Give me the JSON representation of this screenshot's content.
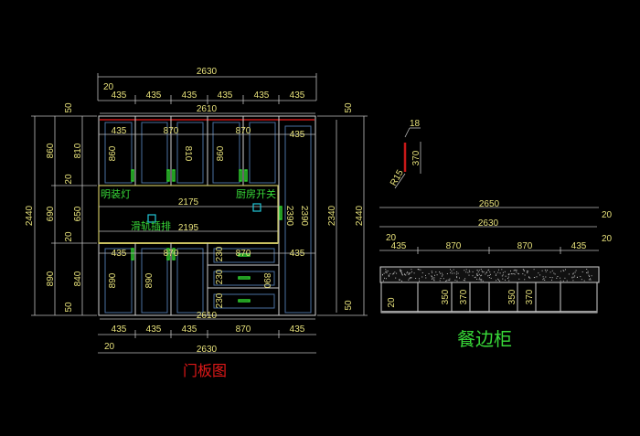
{
  "drawing_left": {
    "title": "门板图",
    "overall_width_top": "2630",
    "inner_width_top": "2610",
    "offset_top": "20",
    "top_segments": [
      "435",
      "435",
      "435",
      "435",
      "435",
      "435"
    ],
    "upper_door_widths": [
      "435",
      "870",
      "870",
      "435"
    ],
    "upper_heights": [
      "860",
      "810",
      "860"
    ],
    "middle_labels": {
      "light": "明装灯",
      "switch": "厨房开关",
      "socket": "滑轨插排"
    },
    "middle_widths": [
      "2175",
      "2195"
    ],
    "tall_heights": [
      "2390",
      "2390"
    ],
    "lower_door_widths": [
      "435",
      "870",
      "870",
      "435"
    ],
    "lower_heights": [
      "890",
      "890",
      "890"
    ],
    "drawer_heights": [
      "230",
      "230",
      "230"
    ],
    "bottom_inner": "2610",
    "bottom_segments": [
      "435",
      "435",
      "435",
      "870",
      "435"
    ],
    "offset_bottom": "20",
    "overall_width_bottom": "2630",
    "left_dims": {
      "total": "2440",
      "c1": [
        "860",
        "690",
        "890"
      ],
      "c2": [
        "810",
        "650",
        "840"
      ],
      "small": [
        "50",
        "20",
        "20",
        "50"
      ]
    },
    "right_dims": {
      "total": "2440",
      "inner": "2340",
      "small": [
        "50",
        "50"
      ]
    }
  },
  "drawing_right": {
    "title": "餐边柜",
    "handle_detail": {
      "width": "18",
      "height": "370",
      "radius": "R15"
    },
    "overall_width": "2650",
    "inner_width": "2630",
    "offsets": [
      "20",
      "20",
      "20"
    ],
    "segments": [
      "435",
      "870",
      "870",
      "435"
    ],
    "inner_dims": [
      "20",
      "350",
      "370",
      "350",
      "370"
    ]
  },
  "colors": {
    "background": "#000000",
    "dimension": "#e6e07a",
    "label_green": "#38d838",
    "title_red": "#e01818",
    "accent_red": "#c81818",
    "socket_cyan": "#22c8d8"
  }
}
